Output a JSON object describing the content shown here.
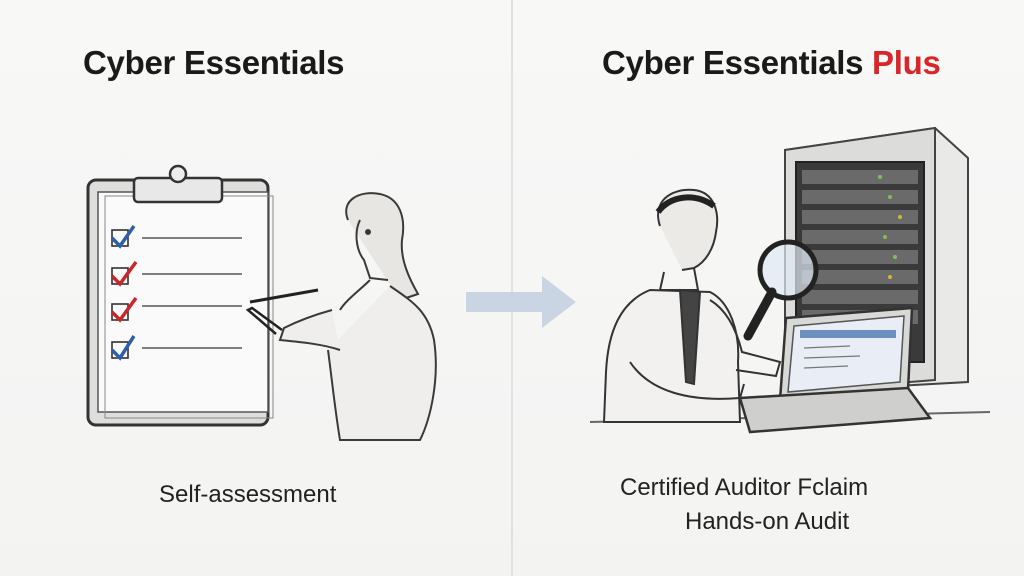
{
  "left": {
    "title": "Cyber Essentials",
    "caption": "Self-assessment"
  },
  "right": {
    "title_main": "Cyber Essentials",
    "title_accent": "Plus",
    "caption_line1": "Certified Auditor Fclaim",
    "caption_line2": "Hands-on Audit"
  },
  "colors": {
    "accent": "#d8262a",
    "check_blue": "#2f5fa8",
    "check_red": "#c8262a",
    "arrow": "#c9d5e3"
  },
  "icons": [
    "clipboard-icon",
    "checkmark-icon",
    "arrow-right-icon",
    "magnifying-glass-icon",
    "server-rack-icon",
    "laptop-icon"
  ]
}
